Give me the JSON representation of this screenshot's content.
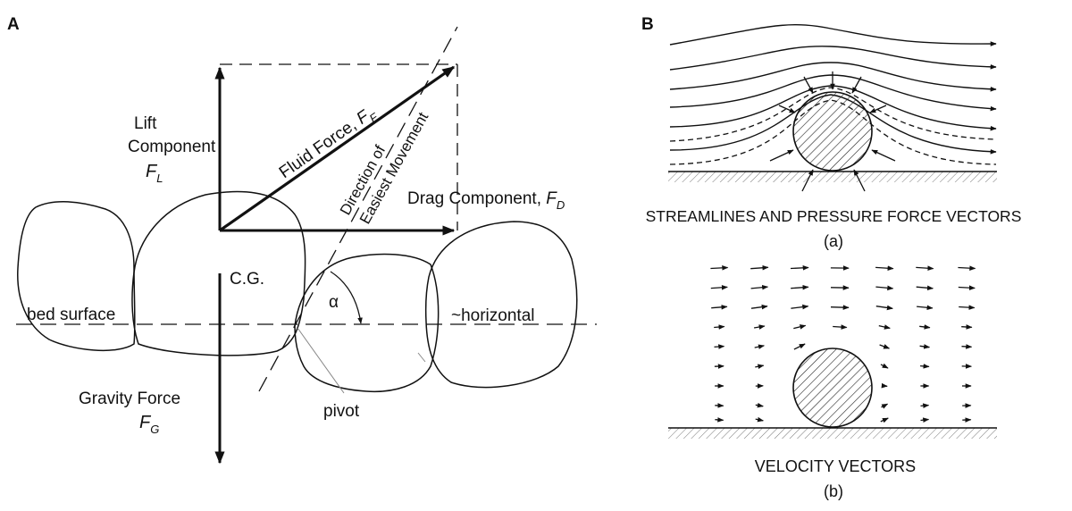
{
  "panelA": {
    "letter": "A",
    "lift": {
      "line1": "Lift",
      "line2": "Component",
      "sym": "F",
      "sub": "L"
    },
    "fluid": {
      "text": "Fluid Force, ",
      "sym": "F",
      "sub": "F"
    },
    "direction": {
      "line1": "Direction of",
      "line2": "Easiest Movement"
    },
    "drag": {
      "text": "Drag Component, ",
      "sym": "F",
      "sub": "D"
    },
    "cg": "C.G.",
    "alpha": "α",
    "bed": "bed surface",
    "horizontal": "~horizontal",
    "gravity": {
      "line1": "Gravity Force",
      "sym": "F",
      "sub": "G"
    },
    "pivot": "pivot"
  },
  "panelB": {
    "letter": "B",
    "captionA": "STREAMLINES AND PRESSURE FORCE VECTORS",
    "subA": "(a)",
    "captionB": "VELOCITY VECTORS",
    "subB": "(b)"
  }
}
